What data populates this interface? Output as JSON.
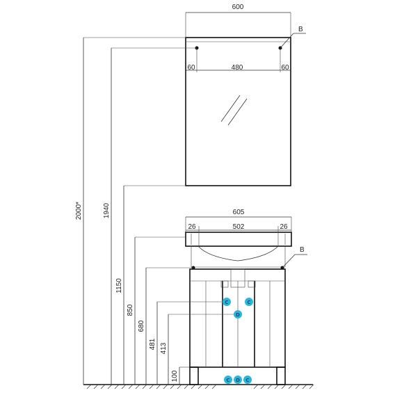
{
  "mirror": {
    "width_label": "600",
    "mount_left": "60",
    "mount_mid": "480",
    "mount_right": "60",
    "b_label": "B"
  },
  "cabinet": {
    "width_label": "605",
    "sink_left": "26",
    "sink_mid": "502",
    "sink_right": "26",
    "b_label": "B"
  },
  "heights": {
    "total": "2000*",
    "mirror_top": "1940",
    "mirror_bottom": "1150",
    "sink_top": "850",
    "mount_points": "680",
    "c_points": "481",
    "d_point": "413",
    "legs": "100"
  },
  "markers": {
    "c": "C",
    "d": "D"
  },
  "colors": {
    "marker_fill": "#29b6d9",
    "line": "#333333"
  }
}
